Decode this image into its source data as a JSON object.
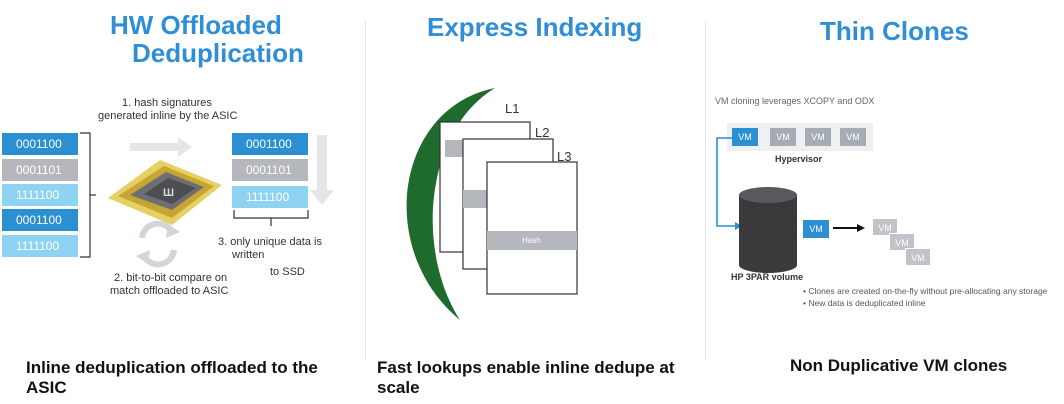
{
  "panels": {
    "dedup": {
      "title_line1": "HW Offloaded",
      "title_line2": "Deduplication",
      "step1_line1": "1. hash  signatures",
      "step1_line2": "generated inline by  the ASIC",
      "step2_line1": "2. bit-to-bit compare on",
      "step2_line2": "match offloaded to ASIC",
      "step3_line1": "3. only unique data is",
      "step3_line2": "written",
      "step3_line3": "to SSD",
      "left_blocks": [
        "0001100",
        "0001101",
        "1111100",
        "0001100",
        "1111100"
      ],
      "right_blocks": [
        "0001100",
        "0001101",
        "1111100"
      ],
      "caption_line1": "Inline deduplication offloaded to  the",
      "caption_line2": "ASIC"
    },
    "indexing": {
      "title": "Express Indexing",
      "levels": [
        "L1",
        "L2",
        "L3"
      ],
      "hash_label": "Hash",
      "caption_line1": "Fast lookups enable inline dedupe at",
      "caption_line2": "scale"
    },
    "clones": {
      "title": "Thin Clones",
      "intro": "VM cloning leverages XCOPY and ODX",
      "vm_label": "VM",
      "hypervisor": "Hypervisor",
      "volume": "HP 3PAR volume",
      "bullet1": "• Clones are created on-the-fly without pre-allocating any storage",
      "bullet2": "• New data is deduplicated inline",
      "caption": "Non Duplicative VM clones"
    }
  },
  "colors": {
    "heading": "#2f8ed6",
    "block_blue": "#2b8fd1",
    "block_gray": "#b4b8bd",
    "block_light": "#8fd3f2",
    "arc_green": "#1f6b2e"
  }
}
